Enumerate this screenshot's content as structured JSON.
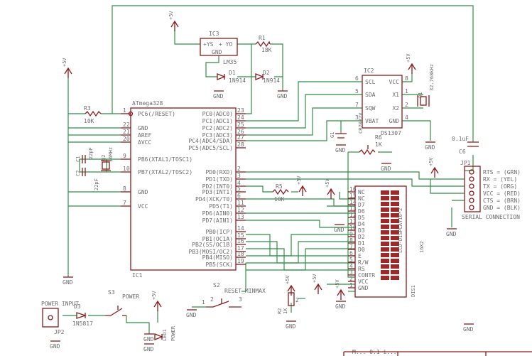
{
  "ic1": {
    "name": "ATmega328",
    "ref": "IC1",
    "left_pins": [
      {
        "num": "1",
        "label": "PC6(/RESET)"
      },
      {
        "num": "22",
        "label": "GND"
      },
      {
        "num": "21",
        "label": "AREF"
      },
      {
        "num": "20",
        "label": "AVCC"
      },
      {
        "num": "9",
        "label": "PB6(XTAL1/TOSC1)"
      },
      {
        "num": "10",
        "label": "PB7(XTAL2/TOSC2)"
      },
      {
        "num": "8",
        "label": "GND"
      },
      {
        "num": "7",
        "label": "VCC"
      }
    ],
    "right_pins": [
      {
        "num": "23",
        "label": "PC0(ADC0)"
      },
      {
        "num": "24",
        "label": "PC1(ADC1)"
      },
      {
        "num": "25",
        "label": "PC2(ADC2)"
      },
      {
        "num": "26",
        "label": "PC3(ADC3)"
      },
      {
        "num": "27",
        "label": "PC4(ADC4/SDA)"
      },
      {
        "num": "28",
        "label": "PC5(ADC5/SCL)"
      },
      {
        "num": "2",
        "label": "PD0(RXD)"
      },
      {
        "num": "3",
        "label": "PD1(TXD)"
      },
      {
        "num": "4",
        "label": "PD2(INT0)"
      },
      {
        "num": "5",
        "label": "PD3(INT1)"
      },
      {
        "num": "6",
        "label": "PD4(XCK/T0)"
      },
      {
        "num": "11",
        "label": "PD5(T1)"
      },
      {
        "num": "12",
        "label": "PD6(AIN0)"
      },
      {
        "num": "13",
        "label": "PD7(AIN1)"
      },
      {
        "num": "14",
        "label": "PB0(ICP)"
      },
      {
        "num": "15",
        "label": "PB1(OC1A)"
      },
      {
        "num": "16",
        "label": "PB2(SS/OC1B)"
      },
      {
        "num": "17",
        "label": "PB3(MOSI/OC2)"
      },
      {
        "num": "18",
        "label": "PB4(MISO)"
      },
      {
        "num": "19",
        "label": "PB5(SCK)"
      }
    ]
  },
  "ic3": {
    "ref": "IC3",
    "pin_ys": "+YS",
    "pin_yo": "+ YO",
    "pin_gnd": "GND",
    "name": "LM35"
  },
  "ic2": {
    "ref": "IC2",
    "name": "DS1307",
    "left_pins": [
      {
        "num": "6",
        "label": "SCL"
      },
      {
        "num": "5",
        "label": "SDA"
      },
      {
        "num": "7",
        "label": "SQW"
      },
      {
        "num": "3",
        "label": "VBAT"
      }
    ],
    "right_pins": [
      {
        "num": "8",
        "label": "VCC"
      },
      {
        "num": "1",
        "label": "X1"
      },
      {
        "num": "2",
        "label": "X2"
      },
      {
        "num": "4",
        "label": "GND"
      }
    ]
  },
  "dis1": {
    "ref": "DIS1",
    "name": "LCD-DISPLAY16*2",
    "size": "16X2",
    "pins": [
      {
        "num": "16",
        "label": "NC"
      },
      {
        "num": "15",
        "label": "NC"
      },
      {
        "num": "14",
        "label": "D7"
      },
      {
        "num": "13",
        "label": "D6"
      },
      {
        "num": "12",
        "label": "D5"
      },
      {
        "num": "11",
        "label": "D4"
      },
      {
        "num": "10",
        "label": "D3"
      },
      {
        "num": "9",
        "label": "D2"
      },
      {
        "num": "8",
        "label": "D1"
      },
      {
        "num": "7",
        "label": "D0"
      },
      {
        "num": "6",
        "label": "E"
      },
      {
        "num": "5",
        "label": "R/W"
      },
      {
        "num": "4",
        "label": "RS"
      },
      {
        "num": "3",
        "label": "CONTR"
      },
      {
        "num": "2",
        "label": "VCC"
      },
      {
        "num": "1",
        "label": "GND"
      }
    ]
  },
  "jp1": {
    "ref": "JP1",
    "title": "SERIAL CONNECTION",
    "pins": [
      "RTS = (GRN)",
      "RX = (YEL)",
      "TX = (ORG)",
      "VCC = (RED)",
      "CTS = (BRN)",
      "GND = (BLK)"
    ]
  },
  "parts": {
    "r1_ref": "R1",
    "r1_val": "18K",
    "r3_ref": "R3",
    "r3_val": "10K",
    "r5_ref": "R5",
    "r5_val": "10K",
    "r6_ref": "R6",
    "r6_val": "1K",
    "r2_ref": "R2",
    "r2_val": "1K",
    "d1_ref": "D1",
    "d1_val": "1N914",
    "d2_ref": "D2",
    "d2_val": "1N914",
    "d3_ref": "D3",
    "d3_val": "1N5817",
    "led_ref": "LED1",
    "led_val": "POWER",
    "c1_ref": "C1",
    "c1_val": "22pF",
    "c2_ref": "C2",
    "c2_val": "22pF",
    "c6_ref": "C6",
    "c6_val": "0.1uF",
    "g1_ref": "G1",
    "g1_val": "CR2032V",
    "q1_ref": "Q1",
    "q1_val": "32.768kHz",
    "q2_ref": "Q2",
    "q2_val": "16MHz",
    "s2_ref": "S2",
    "s2_val": "RESET_MINMAX",
    "s3_ref": "S3",
    "s3_val": "POWER",
    "jp2_ref": "JP2",
    "jp2_title": "POWER INPUT"
  },
  "supply": {
    "vcc": "+5V",
    "gnd": "GND"
  },
  "pin_numbers": {
    "n1": "1",
    "n2": "2",
    "n3": "3"
  },
  "title_block": {
    "partial_text": "M... 0.1 i..."
  }
}
